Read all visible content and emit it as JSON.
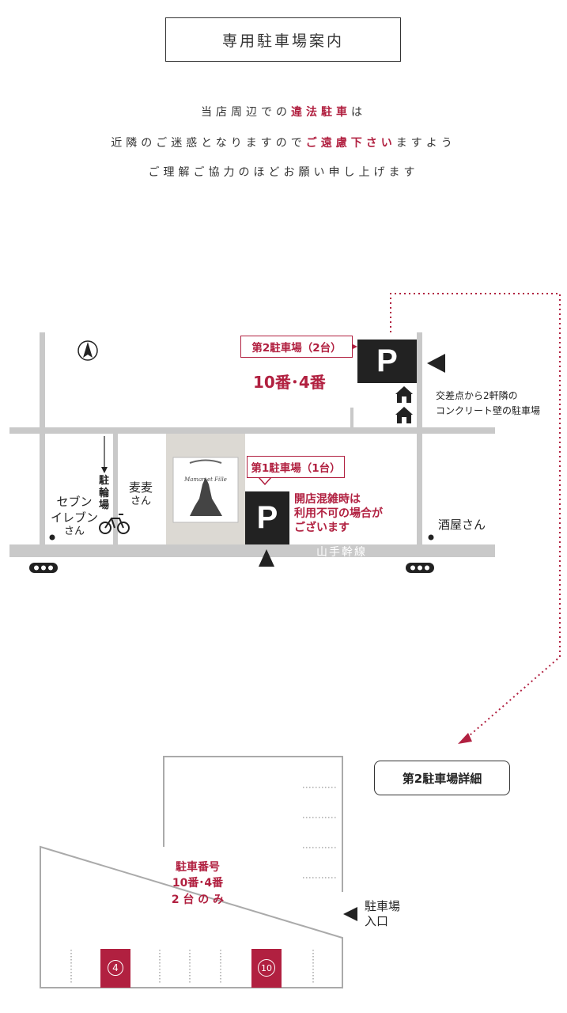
{
  "header": {
    "title": "専用駐車場案内"
  },
  "notice": {
    "line1": {
      "a": "当店周辺での",
      "b": "違法駐車",
      "c": "は"
    },
    "line2": {
      "a": "近隣のご迷惑となりますので",
      "b": "ご遠慮下さい",
      "c": "ますよう"
    },
    "line3": "ご理解ご協力のほどお願い申し上げます"
  },
  "map": {
    "parking2": {
      "callout": "第2駐車場（2台）",
      "numbers": "10番･4番",
      "p": "P"
    },
    "parking1": {
      "callout": "第1駐車場（1台）",
      "p": "P",
      "note": [
        "開店混雑時は",
        "利用不可の場合が",
        "ございます"
      ]
    },
    "right_note": [
      "交差点から2軒隣の",
      "コンクリート壁の駐車場"
    ],
    "bicycle_parking": [
      "駐",
      "輪",
      "場"
    ],
    "mugimugi": [
      "麦麦",
      "さん"
    ],
    "seven": [
      "セブン",
      "イレブン",
      "さん"
    ],
    "sakaya": "酒屋さん",
    "road": "山手幹線",
    "logo": "Maman et Fille"
  },
  "detail": {
    "button": "第2駐車場詳細",
    "spots_label": [
      "駐車番号",
      "10番･4番",
      "2 台 の み"
    ],
    "entrance": [
      "駐車場",
      "入口"
    ],
    "spot_a": "4",
    "spot_b": "10"
  },
  "colors": {
    "accent": "#b12040",
    "dark": "#222222",
    "road": "#c9c9c9"
  }
}
